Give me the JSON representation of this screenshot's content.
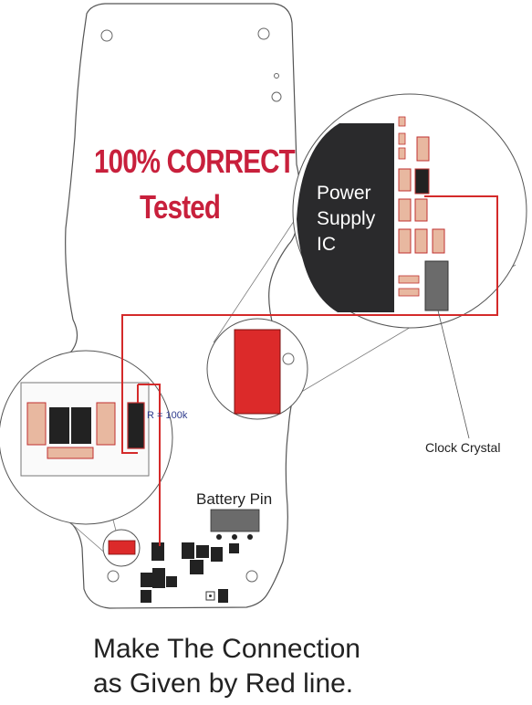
{
  "headline": {
    "line1": "100% CORRECT",
    "line2": "Tested"
  },
  "labels": {
    "ic_line1": "Power",
    "ic_line2": "Supply",
    "ic_line3": "IC",
    "resistor": "R = 100k",
    "crystal": "Clock Crystal",
    "battery": "Battery Pin"
  },
  "instruction": {
    "line1": "Make The Connection",
    "line2": "as Given by Red line."
  },
  "colors": {
    "wire": "#d42a2a",
    "headline": "#c8203c",
    "ic_body": "#2a2a2c",
    "pad": "#e8b8a0",
    "crystal": "#6b6b6b"
  }
}
